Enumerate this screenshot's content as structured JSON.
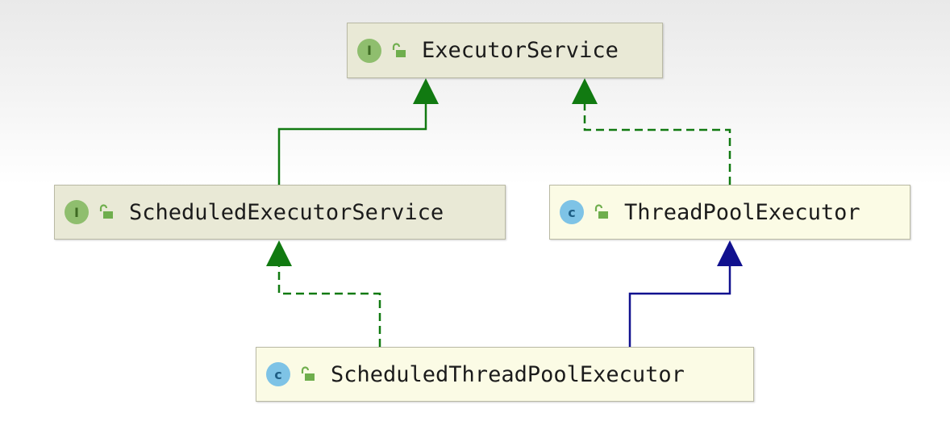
{
  "diagram": {
    "nodes": [
      {
        "id": "executor-service",
        "kind": "interface",
        "badge": "I",
        "label": "ExecutorService"
      },
      {
        "id": "scheduled-executor-service",
        "kind": "interface",
        "badge": "I",
        "label": "ScheduledExecutorService"
      },
      {
        "id": "thread-pool-executor",
        "kind": "class",
        "badge": "c",
        "label": "ThreadPoolExecutor"
      },
      {
        "id": "scheduled-thread-pool-executor",
        "kind": "class",
        "badge": "c",
        "label": "ScheduledThreadPoolExecutor"
      }
    ],
    "edges": [
      {
        "from": "scheduled-executor-service",
        "to": "executor-service",
        "relation": "extends",
        "line": "solid",
        "color": "#117a11"
      },
      {
        "from": "thread-pool-executor",
        "to": "executor-service",
        "relation": "implements",
        "line": "dashed",
        "color": "#117a11"
      },
      {
        "from": "scheduled-thread-pool-executor",
        "to": "scheduled-executor-service",
        "relation": "implements",
        "line": "dashed",
        "color": "#117a11"
      },
      {
        "from": "scheduled-thread-pool-executor",
        "to": "thread-pool-executor",
        "relation": "extends",
        "line": "solid",
        "color": "#11118f"
      }
    ],
    "icons": {
      "interface": "interface-icon",
      "class": "class-icon",
      "access": "unlocked-icon"
    },
    "colors": {
      "interface_bg": "#e9e9d6",
      "class_bg": "#fbfbe5",
      "access_icon": "#6fae4d"
    }
  }
}
